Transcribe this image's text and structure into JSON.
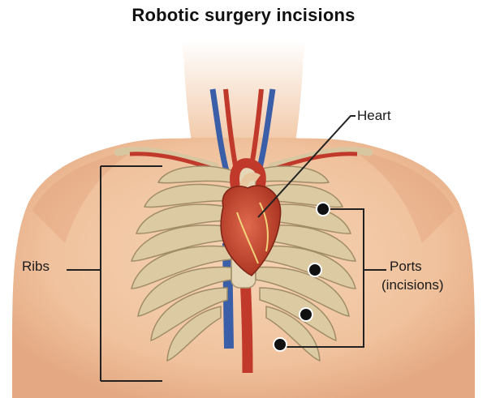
{
  "figure": {
    "title": "Robotic surgery incisions",
    "labels": {
      "heart": "Heart",
      "ribs": "Ribs",
      "ports": "Ports",
      "incisions": "(incisions)"
    },
    "colors": {
      "skin": "#f3c9a6",
      "skin_shadow": "#e6ad86",
      "rib": "#d9c9a3",
      "rib_edge": "#9c8a66",
      "heart": "#c94a37",
      "artery": "#c0392b",
      "vein": "#3a5ea8",
      "port_dot": "#111111",
      "leader_line": "#222222"
    },
    "ports_count": 4
  }
}
